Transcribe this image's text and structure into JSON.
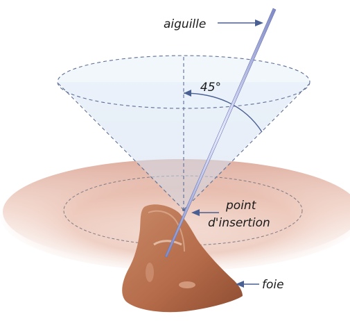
{
  "labels": {
    "needle": "aiguille",
    "angle": "45°",
    "insertion_point_line1": "point",
    "insertion_point_line2": "d'insertion",
    "liver": "foie"
  },
  "colors": {
    "arrow": "#4a5f92",
    "cone_fill": "#dbe6f3",
    "skin": "#e7b9a9",
    "liver": "#b76f4d",
    "needle": "#9ea8d8"
  }
}
